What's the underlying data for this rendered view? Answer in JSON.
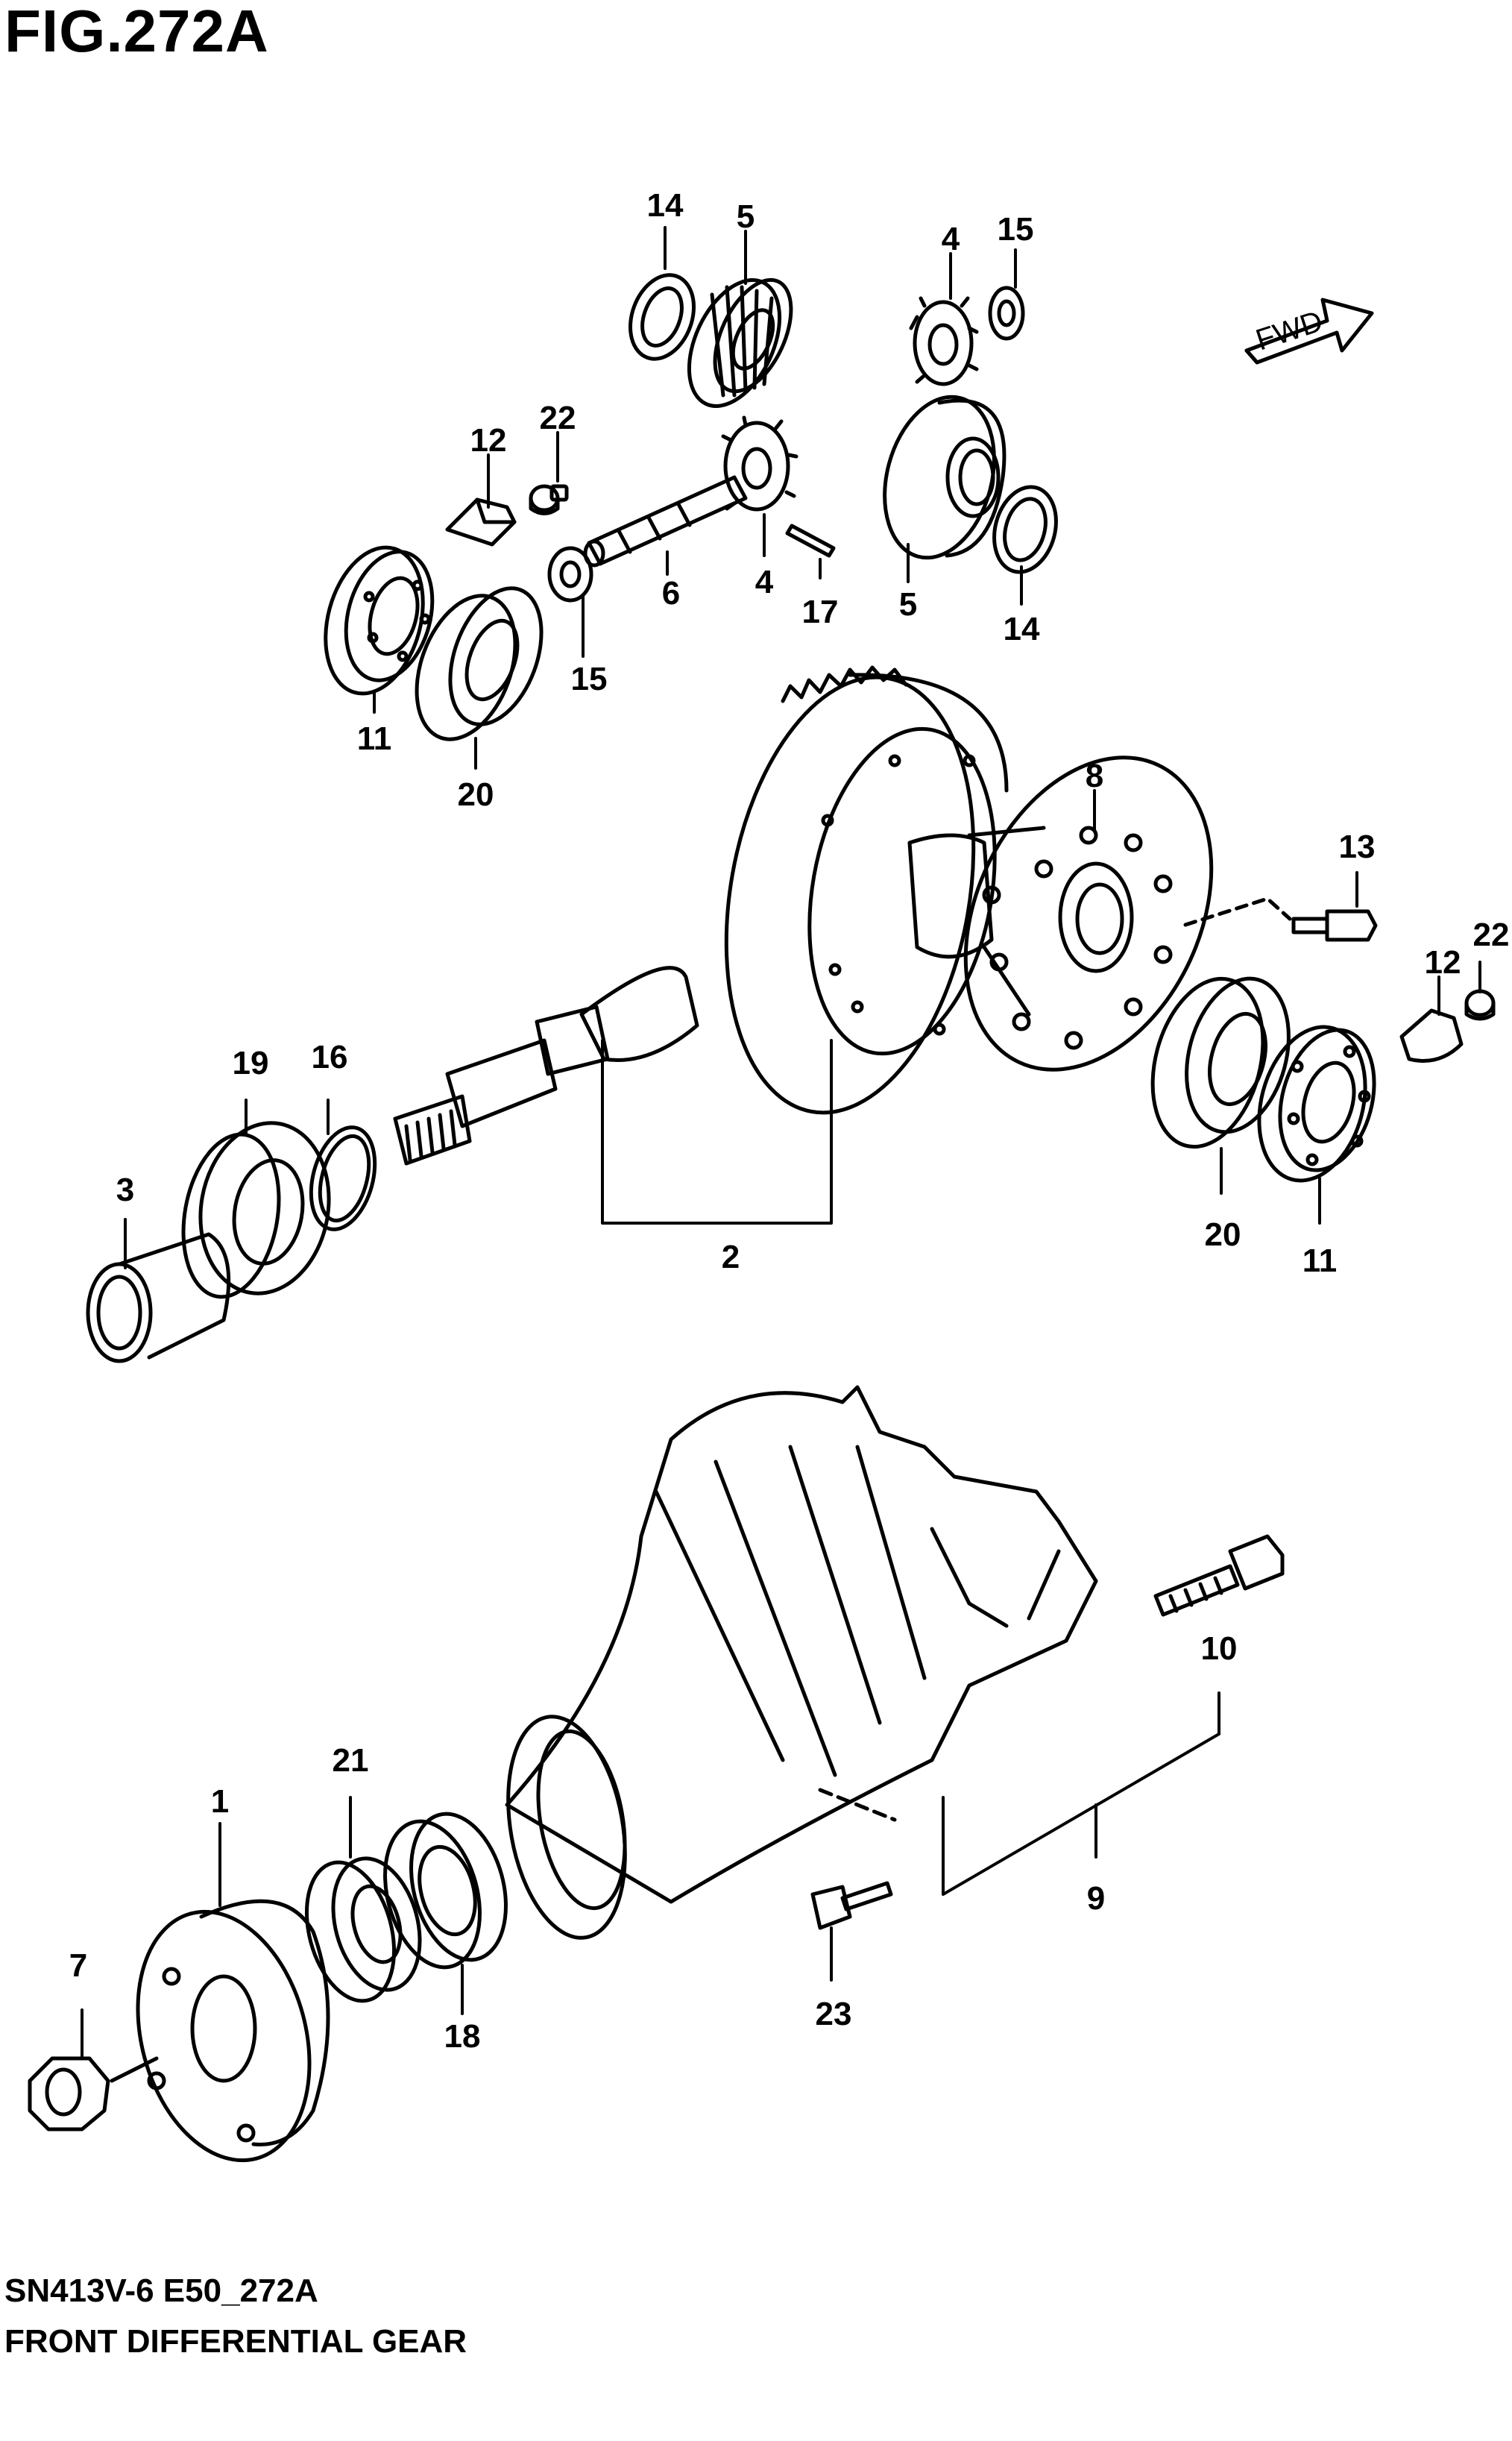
{
  "figure": {
    "title": "FIG.272A",
    "code": "SN413V-6 E50_272A",
    "name": "FRONT DIFFERENTIAL GEAR",
    "direction_label": "FWD"
  },
  "callouts": {
    "c1": "1",
    "c2": "2",
    "c3": "3",
    "c4a": "4",
    "c4b": "4",
    "c5a": "5",
    "c5b": "5",
    "c6": "6",
    "c7": "7",
    "c8": "8",
    "c9": "9",
    "c10": "10",
    "c11a": "11",
    "c11b": "11",
    "c12a": "12",
    "c12b": "12",
    "c13": "13",
    "c14a": "14",
    "c14b": "14",
    "c15a": "15",
    "c15b": "15",
    "c16": "16",
    "c17": "17",
    "c18": "18",
    "c19": "19",
    "c20a": "20",
    "c20b": "20",
    "c21": "21",
    "c22a": "22",
    "c22b": "22",
    "c23": "23"
  }
}
